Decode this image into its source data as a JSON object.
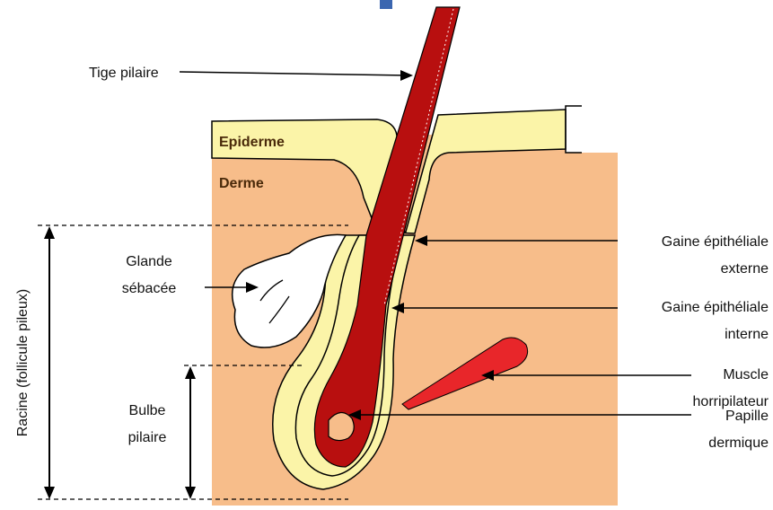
{
  "layers": {
    "epidermis_label": "Epiderme",
    "dermis_label": "Derme"
  },
  "labels": {
    "hair_shaft": "Tige pilaire",
    "sebaceous_line1": "Glande",
    "sebaceous_line2": "sébacée",
    "root_label": "Racine (follicule pileux)",
    "bulb_line1": "Bulbe",
    "bulb_line2": "pilaire",
    "outer_sheath_line1": "Gaine épithéliale",
    "outer_sheath_line2": "externe",
    "inner_sheath_line1": "Gaine épithéliale",
    "inner_sheath_line2": "interne",
    "muscle_line1": "Muscle",
    "muscle_line2": "horripilateur",
    "papilla_line1": "Papille",
    "papilla_line2": "dermique"
  },
  "colors": {
    "dermis": "#F7BD8A",
    "epidermis": "#FBF4A8",
    "hair": "#B80F0F",
    "muscle": "#E8262A",
    "gland": "#FFFFFF",
    "title_accent": "#3B66B0"
  }
}
